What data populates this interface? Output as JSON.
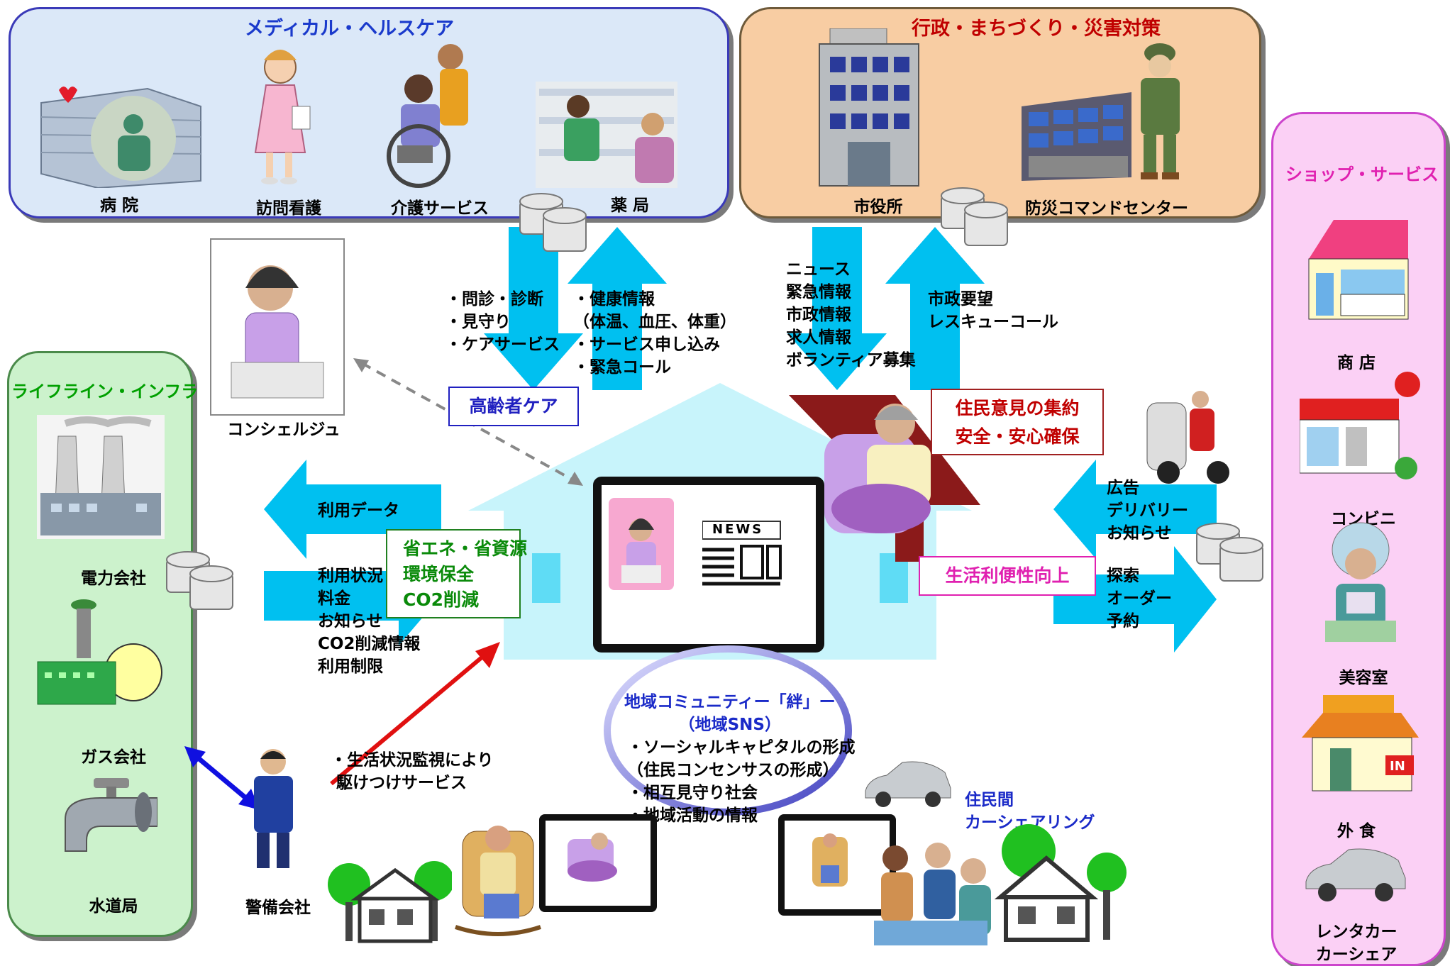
{
  "panels": {
    "medical": {
      "title": "メディカル・ヘルスケア",
      "items": [
        "病 院",
        "訪問看護",
        "介護サービス",
        "薬 局"
      ]
    },
    "gov": {
      "title": "行政・まちづくり・災害対策",
      "items": [
        "市役所",
        "防災コマンドセンター"
      ]
    },
    "lifeline": {
      "title": "ライフライン・インフラ",
      "items": [
        "電力会社",
        "ガス会社",
        "水道局"
      ]
    },
    "shop": {
      "title": "ショップ・サービス",
      "items": [
        "商 店",
        "コンビニ",
        "美容室",
        "外 食",
        "レンタカー\nカーシェア"
      ]
    }
  },
  "flows": {
    "care_down": "・問診・診断\n・見守り\n・ケアサービス",
    "care_up": "・健康情報\n（体温、血圧、体重）\n・サービス申し込み\n・緊急コール",
    "gov_down": "ニュース\n緊急情報\n市政情報\n求人情報\nボランティア募集",
    "gov_up": "市政要望\nレスキューコール",
    "life_left": "利用データ",
    "life_right": "利用状況\n料金\nお知らせ\nCO2削減情報\n利用制限",
    "shop_left": "広告\nデリバリー\nお知らせ",
    "shop_right": "探索\nオーダー\n予約",
    "security": "・生活状況監視により\n 駆けつけサービス",
    "community": "地域コミュニティー「絆」ー\n（地域SNS）",
    "community_items": "・ソーシャルキャピタルの形成\n（住民コンセンサスの形成）\n・相互見守り社会\n・地域活動の情報"
  },
  "boxes": {
    "elderly": "高齢者ケア",
    "opinion": "住民意見の集約\n安全・安心確保",
    "eco": "省エネ・省資源\n環境保全\nCO2削減",
    "convenience": "生活利便性向上"
  },
  "labels": {
    "concierge": "コンシェルジュ",
    "security_company": "警備会社",
    "carshare": "住民間\nカーシェアリング",
    "news": "NEWS"
  },
  "colors": {
    "arrow": "#00c0f0",
    "medical_bg": "#dbe8f8",
    "gov_bg": "#f8cda3",
    "lifeline_bg": "#ccf2cc",
    "shop_bg": "#fbd0f5",
    "house": "#c8f4fb"
  }
}
